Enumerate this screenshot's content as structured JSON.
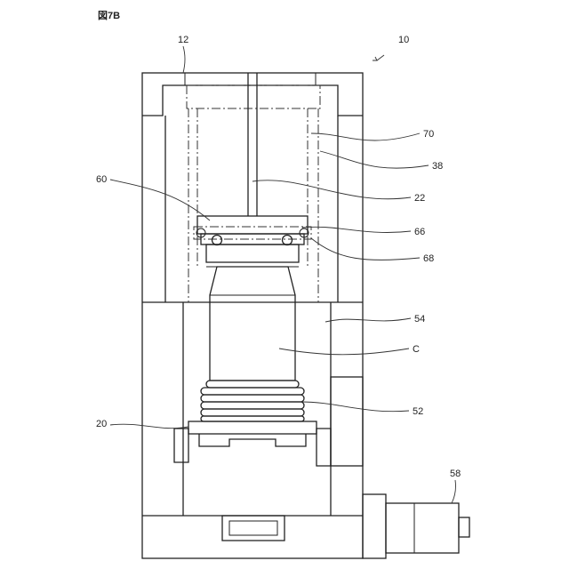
{
  "figure_title": "図7B",
  "labels": {
    "l10": "10",
    "l12": "12",
    "l70": "70",
    "l38": "38",
    "l60": "60",
    "l22": "22",
    "l66": "66",
    "l68": "68",
    "l54": "54",
    "lC": "C",
    "l20": "20",
    "l52": "52",
    "l58": "58"
  }
}
